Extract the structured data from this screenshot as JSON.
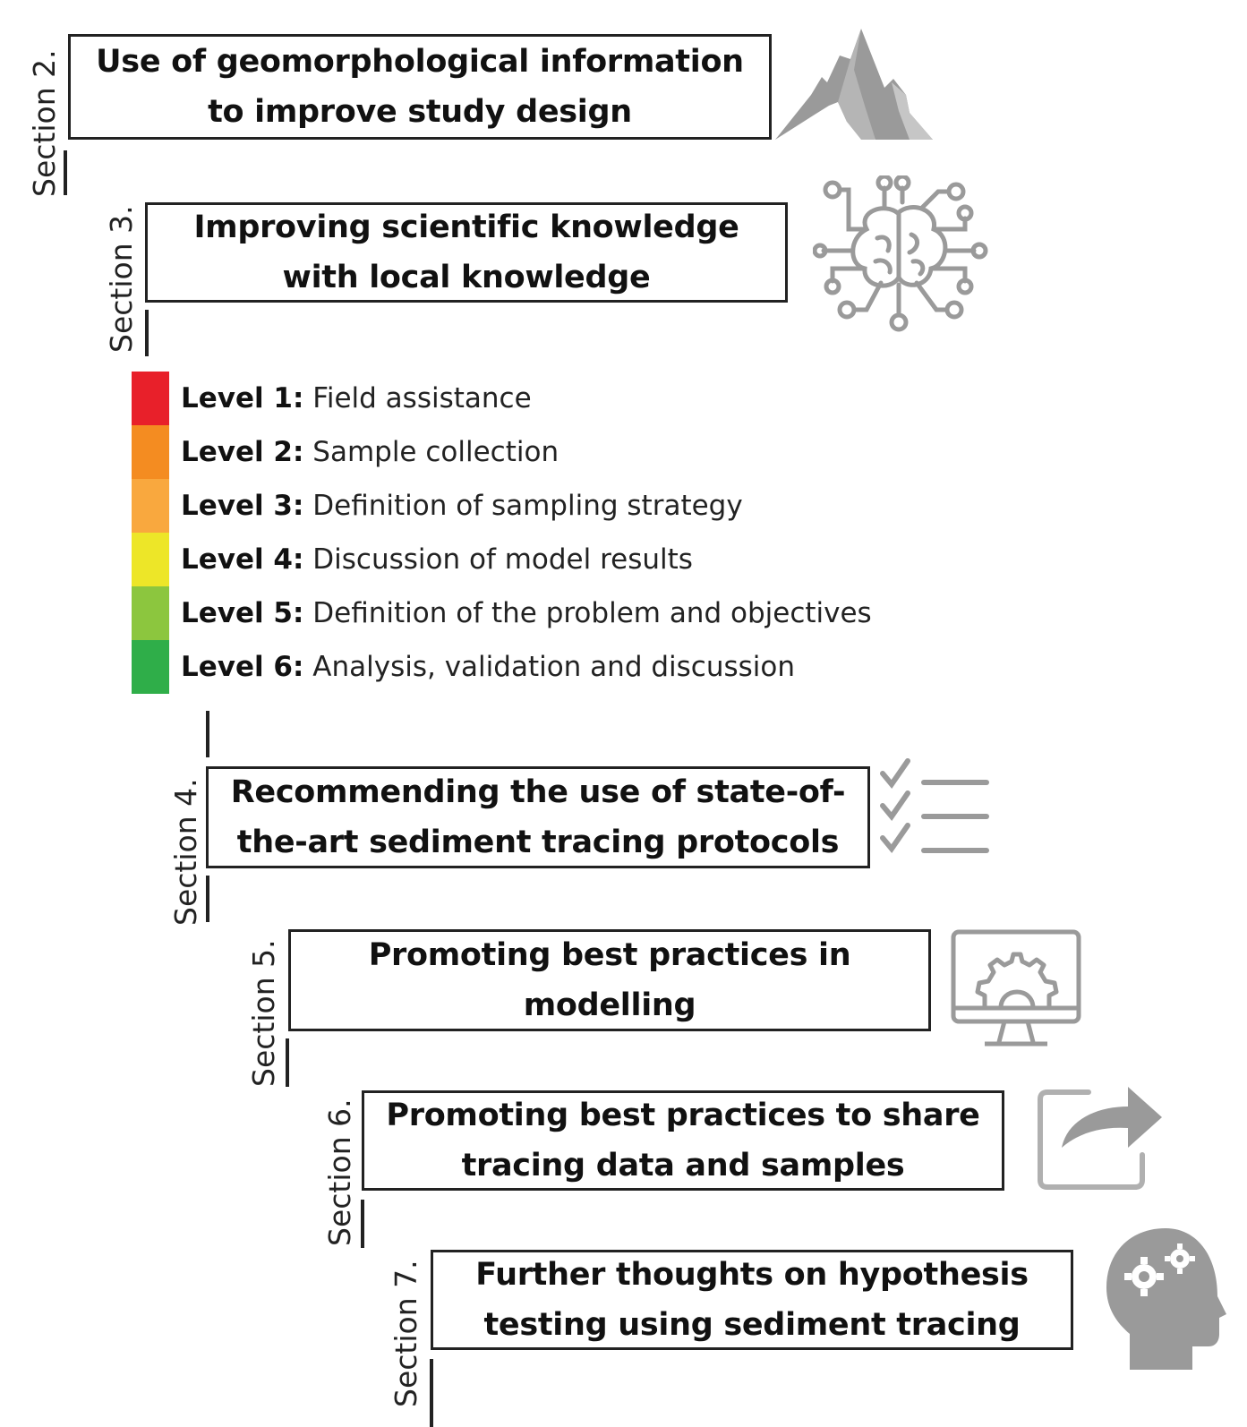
{
  "sections": [
    {
      "label": "Section 2.",
      "title_lines": [
        "Use of geomorphological  information",
        "to improve study design"
      ],
      "icon": "mountain-icon"
    },
    {
      "label": "Section 3.",
      "title_lines": [
        "Improving scientific knowledge",
        "with local knowledge"
      ],
      "icon": "brain-circuit-icon"
    },
    {
      "label": "Section 4.",
      "title_lines": [
        "Recommending the use of state-of-",
        "the-art sediment tracing protocols"
      ],
      "icon": "checklist-icon"
    },
    {
      "label": "Section 5.",
      "title_lines": [
        "Promoting best practices in",
        "modelling"
      ],
      "icon": "monitor-gear-icon"
    },
    {
      "label": "Section 6.",
      "title_lines": [
        "Promoting best practices to share",
        "tracing data and samples"
      ],
      "icon": "share-arrow-icon"
    },
    {
      "label": "Section 7.",
      "title_lines": [
        "Further thoughts on hypothesis",
        "testing using sediment tracing"
      ],
      "icon": "head-gears-icon"
    }
  ],
  "levels": [
    {
      "level": "Level 1:",
      "text": "Field assistance",
      "color": "#e8202a"
    },
    {
      "level": "Level 2:",
      "text": "Sample collection",
      "color": "#f48c21"
    },
    {
      "level": "Level 3:",
      "text": "Definition of sampling strategy",
      "color": "#f9a83e"
    },
    {
      "level": "Level 4:",
      "text": "Discussion of model results",
      "color": "#ede628"
    },
    {
      "level": "Level 5:",
      "text": "Definition of the problem and objectives",
      "color": "#8cc63e"
    },
    {
      "level": "Level 6:",
      "text": "Analysis, validation and discussion",
      "color": "#2fae49"
    }
  ],
  "colors": {
    "icon_gray": "#999999",
    "border": "#222222"
  }
}
